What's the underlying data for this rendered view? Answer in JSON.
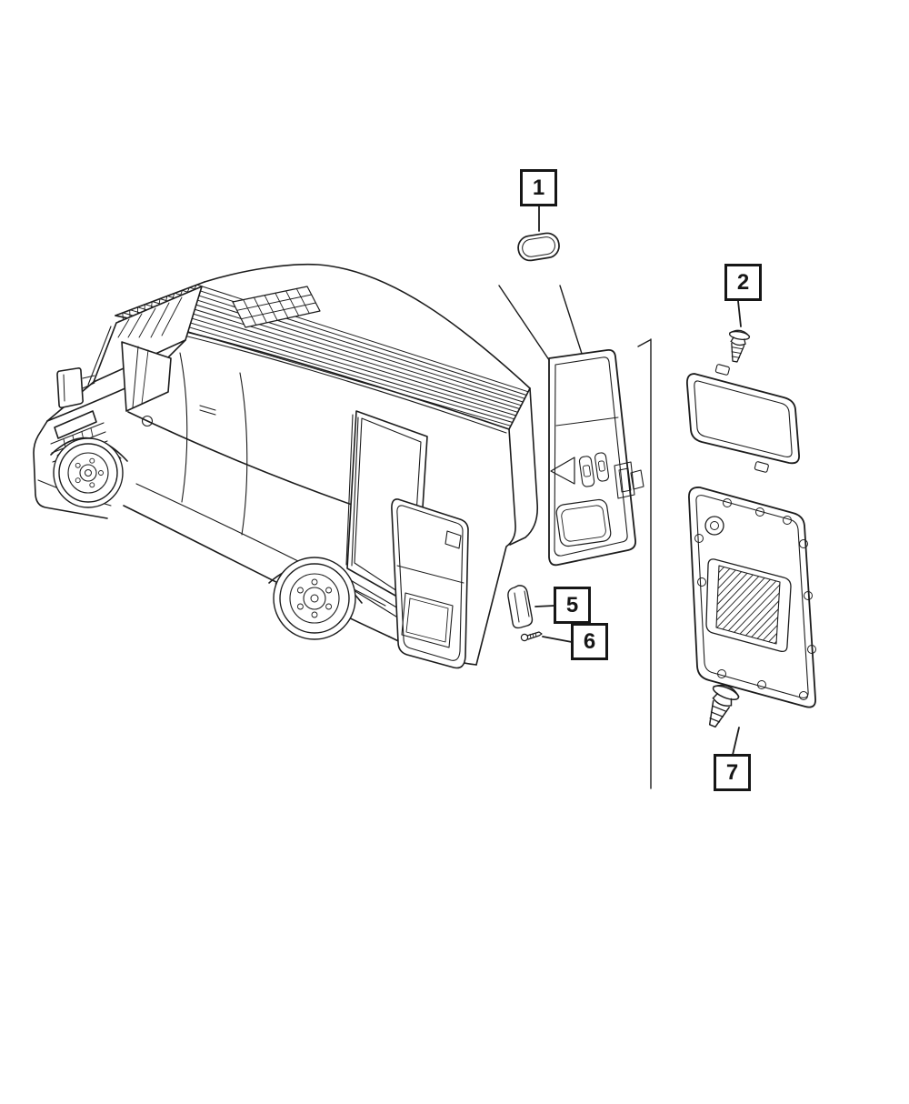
{
  "diagram": {
    "background_color": "#ffffff",
    "line_color": "#1c1c1c",
    "callouts": [
      {
        "label": "1",
        "target": "hole-plug"
      },
      {
        "label": "2",
        "target": "push-pin-retainer-upper"
      },
      {
        "label": "5",
        "target": "grab-handle"
      },
      {
        "label": "6",
        "target": "screw"
      },
      {
        "label": "7",
        "target": "push-pin-retainer-lower"
      }
    ]
  }
}
